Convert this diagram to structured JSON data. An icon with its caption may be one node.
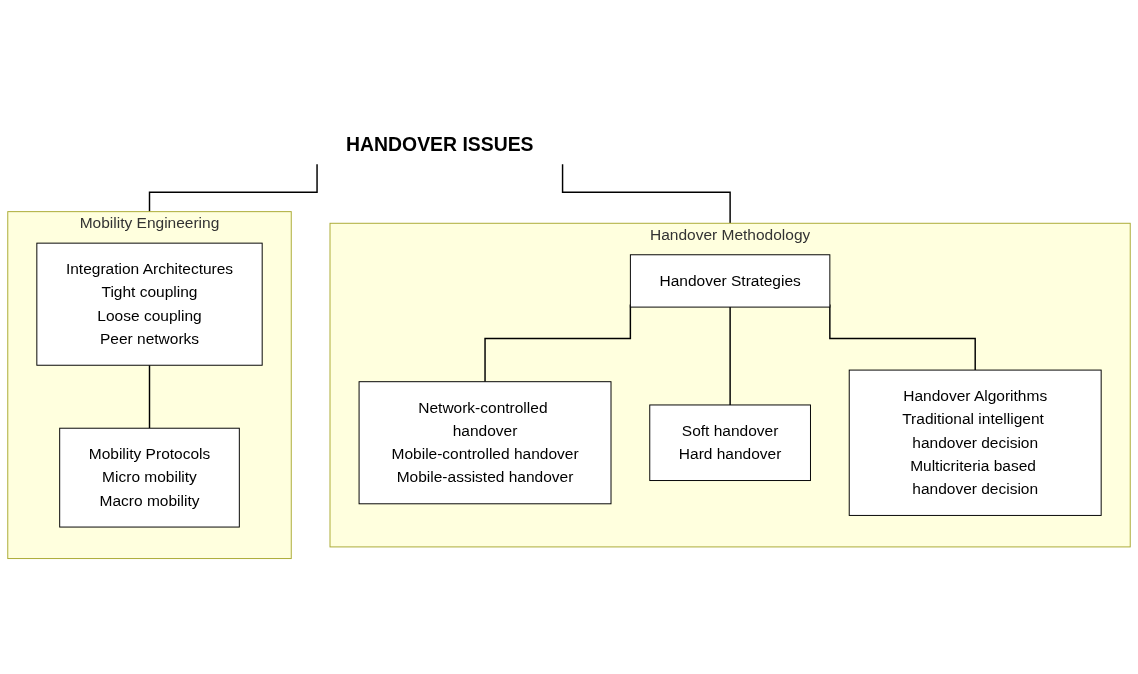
{
  "diagram": {
    "nodes": [
      {
        "text": [
          "HANDOVER ISSUES"
        ]
      },
      {
        "text": [
          "Mobility Engineering"
        ]
      },
      {
        "text": [
          "Integration Architectures",
          "Tight coupling",
          "Loose coupling",
          "Peer networks"
        ],
        "in": 1
      },
      {
        "text": [
          "Mobility Protocols",
          "Micro mobility",
          "Macro mobility"
        ],
        "in": 1
      },
      {
        "text": [
          "Handover Methodology"
        ]
      },
      {
        "text": [
          "Handover Strategies"
        ],
        "in": 4
      },
      {
        "text": [
          "Network-controlled handover",
          "Mobile-controlled handover",
          "Mobile-assisted handover"
        ],
        "in": 4
      },
      {
        "text": [
          "Soft handover",
          "Hard handover"
        ],
        "in": 4
      },
      {
        "text": [
          "Handover Algorithms",
          "Traditional intelligent handover decision",
          "Multicriteria based handover decision"
        ],
        "in": 4
      }
    ],
    "edges": [
      {
        "from": 0,
        "to": 1,
        "arrow": "none"
      },
      {
        "from": 0,
        "to": 4,
        "arrow": "none"
      },
      {
        "from": 2,
        "to": 3,
        "arrow": "none"
      },
      {
        "from": 5,
        "to": 6,
        "arrow": "none"
      },
      {
        "from": 5,
        "to": 7,
        "arrow": "none"
      },
      {
        "from": 5,
        "to": 8,
        "arrow": "none"
      }
    ]
  }
}
